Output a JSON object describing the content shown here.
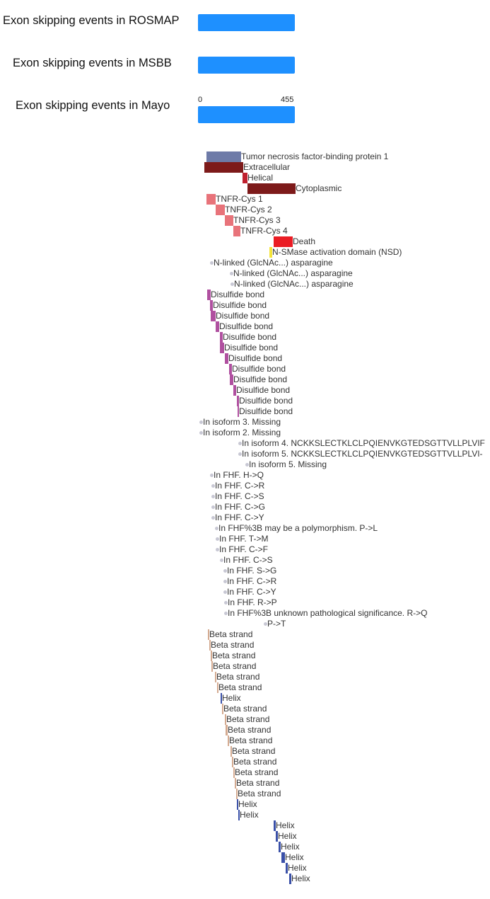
{
  "colors": {
    "track_bar": "#1e90ff",
    "chain": "#6e7ba8",
    "topo_dark": "#7d1a1a",
    "helical": "#c0202e",
    "repeat": "#e8737a",
    "death": "#ea1c24",
    "nsd": "#f5e53a",
    "disulfide": "#b050a0",
    "dot": "#c8c8d4",
    "beta": "#d4aa90",
    "helix": "#3a50a8"
  },
  "tracks": [
    {
      "label": "Exon skipping events in ROSMAP",
      "value_fraction": 1.0
    },
    {
      "label": "Exon skipping events in MSBB",
      "value_fraction": 1.0
    },
    {
      "label": "Exon skipping events in Mayo",
      "value_fraction": 1.0
    }
  ],
  "axis": {
    "min_label": "0",
    "max_label": "455"
  },
  "features": [
    {
      "label": "Tumor necrosis factor-binding protein 1",
      "kind": "bar",
      "color": "chain",
      "start": 12,
      "end": 61
    },
    {
      "label": "Extracellular",
      "kind": "bar",
      "color": "topo_dark",
      "start": 9,
      "end": 64
    },
    {
      "label": "Helical",
      "kind": "bar",
      "color": "helical",
      "start": 63,
      "end": 70
    },
    {
      "label": "Cytoplasmic",
      "kind": "bar",
      "color": "topo_dark",
      "start": 70,
      "end": 138
    },
    {
      "label": "TNFR-Cys 1",
      "kind": "bar",
      "color": "repeat",
      "start": 12,
      "end": 25
    },
    {
      "label": "TNFR-Cys 2",
      "kind": "bar",
      "color": "repeat",
      "start": 25,
      "end": 38
    },
    {
      "label": "TNFR-Cys 3",
      "kind": "bar",
      "color": "repeat",
      "start": 38,
      "end": 50
    },
    {
      "label": "TNFR-Cys 4",
      "kind": "bar",
      "color": "repeat",
      "start": 50,
      "end": 60
    },
    {
      "label": "Death",
      "kind": "bar",
      "color": "death",
      "start": 107,
      "end": 134
    },
    {
      "label": "N-SMase activation domain (NSD)",
      "kind": "bar",
      "color": "nsd",
      "start": 101,
      "end": 105
    },
    {
      "label": "N-linked (GlcNAc...) asparagine",
      "kind": "dot",
      "start": 17
    },
    {
      "label": "N-linked (GlcNAc...) asparagine",
      "kind": "dot",
      "start": 45
    },
    {
      "label": "N-linked (GlcNAc...) asparagine",
      "kind": "dot",
      "start": 46
    },
    {
      "label": "Disulfide bond",
      "kind": "bar",
      "color": "disulfide",
      "start": 13,
      "end": 18
    },
    {
      "label": "Disulfide bond",
      "kind": "bar",
      "color": "disulfide",
      "start": 17,
      "end": 21
    },
    {
      "label": "Disulfide bond",
      "kind": "bar",
      "color": "disulfide",
      "start": 18,
      "end": 25
    },
    {
      "label": "Disulfide bond",
      "kind": "bar",
      "color": "disulfide",
      "start": 25,
      "end": 30
    },
    {
      "label": "Disulfide bond",
      "kind": "bar",
      "color": "disulfide",
      "start": 31,
      "end": 35
    },
    {
      "label": "Disulfide bond",
      "kind": "bar",
      "color": "disulfide",
      "start": 31,
      "end": 37
    },
    {
      "label": "Disulfide bond",
      "kind": "bar",
      "color": "disulfide",
      "start": 38,
      "end": 43
    },
    {
      "label": "Disulfide bond",
      "kind": "bar",
      "color": "disulfide",
      "start": 44,
      "end": 48
    },
    {
      "label": "Disulfide bond",
      "kind": "bar",
      "color": "disulfide",
      "start": 45,
      "end": 50
    },
    {
      "label": "Disulfide bond",
      "kind": "bar",
      "color": "disulfide",
      "start": 50,
      "end": 54
    },
    {
      "label": "Disulfide bond",
      "kind": "bar",
      "color": "disulfide",
      "start": 55,
      "end": 58
    },
    {
      "label": "Disulfide bond",
      "kind": "bar",
      "color": "disulfide",
      "start": 56,
      "end": 58
    },
    {
      "label": "In isoform 3. Missing",
      "kind": "dot",
      "start": 2
    },
    {
      "label": "In isoform 2. Missing",
      "kind": "dot",
      "start": 2
    },
    {
      "label": "In isoform 4. NCKKSLECTKLCLPQIENVKGTEDSGTTVLLPLVIF",
      "kind": "dot",
      "start": 57
    },
    {
      "label": "In isoform 5. NCKKSLECTKLCLPQIENVKGTEDSGTTVLLPLVI-",
      "kind": "dot",
      "start": 57
    },
    {
      "label": "In isoform 5. Missing",
      "kind": "dot",
      "start": 67
    },
    {
      "label": "In FHF. H->Q",
      "kind": "dot",
      "start": 17
    },
    {
      "label": "In FHF. C->R",
      "kind": "dot",
      "start": 19
    },
    {
      "label": "In FHF. C->S",
      "kind": "dot",
      "start": 19
    },
    {
      "label": "In FHF. C->G",
      "kind": "dot",
      "start": 19
    },
    {
      "label": "In FHF. C->Y",
      "kind": "dot",
      "start": 19
    },
    {
      "label": "In FHF%3B may be a polymorphism. P->L",
      "kind": "dot",
      "start": 24
    },
    {
      "label": "In FHF. T->M",
      "kind": "dot",
      "start": 25
    },
    {
      "label": "In FHF. C->F",
      "kind": "dot",
      "start": 25
    },
    {
      "label": "In FHF. C->S",
      "kind": "dot",
      "start": 31
    },
    {
      "label": "In FHF. S->G",
      "kind": "dot",
      "start": 36
    },
    {
      "label": "In FHF. C->R",
      "kind": "dot",
      "start": 36
    },
    {
      "label": "In FHF. C->Y",
      "kind": "dot",
      "start": 36
    },
    {
      "label": "In FHF. R->P",
      "kind": "dot",
      "start": 37
    },
    {
      "label": "In FHF%3B unknown pathological significance. R->Q",
      "kind": "dot",
      "start": 37
    },
    {
      "label": "P->T",
      "kind": "dot",
      "start": 93
    },
    {
      "label": "Beta strand",
      "kind": "bar",
      "color": "beta",
      "start": 14,
      "end": 16
    },
    {
      "label": "Beta strand",
      "kind": "bar",
      "color": "beta",
      "start": 16,
      "end": 18
    },
    {
      "label": "Beta strand",
      "kind": "bar",
      "color": "beta",
      "start": 18,
      "end": 20
    },
    {
      "label": "Beta strand",
      "kind": "bar",
      "color": "beta",
      "start": 19,
      "end": 21
    },
    {
      "label": "Beta strand",
      "kind": "bar",
      "color": "beta",
      "start": 24,
      "end": 26
    },
    {
      "label": "Beta strand",
      "kind": "bar",
      "color": "beta",
      "start": 27,
      "end": 29
    },
    {
      "label": "Helix",
      "kind": "bar",
      "color": "helix",
      "start": 32,
      "end": 34
    },
    {
      "label": "Beta strand",
      "kind": "bar",
      "color": "beta",
      "start": 34,
      "end": 36
    },
    {
      "label": "Beta strand",
      "kind": "bar",
      "color": "beta",
      "start": 38,
      "end": 40
    },
    {
      "label": "Beta strand",
      "kind": "bar",
      "color": "beta",
      "start": 39,
      "end": 42
    },
    {
      "label": "Beta strand",
      "kind": "bar",
      "color": "beta",
      "start": 42,
      "end": 44
    },
    {
      "label": "Beta strand",
      "kind": "bar",
      "color": "beta",
      "start": 46,
      "end": 48
    },
    {
      "label": "Beta strand",
      "kind": "bar",
      "color": "beta",
      "start": 48,
      "end": 50
    },
    {
      "label": "Beta strand",
      "kind": "bar",
      "color": "beta",
      "start": 50,
      "end": 52
    },
    {
      "label": "Beta strand",
      "kind": "bar",
      "color": "beta",
      "start": 52,
      "end": 54
    },
    {
      "label": "Beta strand",
      "kind": "bar",
      "color": "beta",
      "start": 54,
      "end": 56
    },
    {
      "label": "Helix",
      "kind": "bar",
      "color": "helix",
      "start": 55,
      "end": 57
    },
    {
      "label": "Helix",
      "kind": "bar",
      "color": "helix",
      "start": 57,
      "end": 59
    },
    {
      "label": "Helix",
      "kind": "bar",
      "color": "helix",
      "start": 107,
      "end": 110
    },
    {
      "label": "Helix",
      "kind": "bar",
      "color": "helix",
      "start": 110,
      "end": 113
    },
    {
      "label": "Helix",
      "kind": "bar",
      "color": "helix",
      "start": 114,
      "end": 117
    },
    {
      "label": "Helix",
      "kind": "bar",
      "color": "helix",
      "start": 118,
      "end": 123
    },
    {
      "label": "Helix",
      "kind": "bar",
      "color": "helix",
      "start": 124,
      "end": 127
    },
    {
      "label": "Helix",
      "kind": "bar",
      "color": "helix",
      "start": 129,
      "end": 132
    }
  ]
}
